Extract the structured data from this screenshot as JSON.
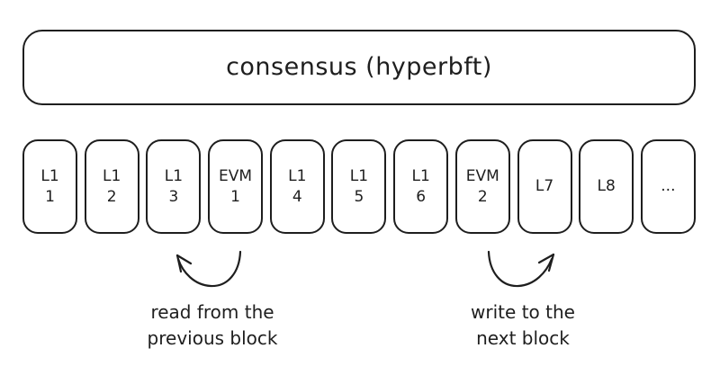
{
  "diagram": {
    "consensus": {
      "label": "consensus (hyperbft)"
    },
    "blocks": [
      {
        "line1": "L1",
        "line2": "1"
      },
      {
        "line1": "L1",
        "line2": "2"
      },
      {
        "line1": "L1",
        "line2": "3"
      },
      {
        "line1": "EVM",
        "line2": "1"
      },
      {
        "line1": "L1",
        "line2": "4"
      },
      {
        "line1": "L1",
        "line2": "5"
      },
      {
        "line1": "L1",
        "line2": "6"
      },
      {
        "line1": "EVM",
        "line2": "2"
      },
      {
        "line1": "L7",
        "line2": ""
      },
      {
        "line1": "L8",
        "line2": ""
      },
      {
        "line1": "...",
        "line2": ""
      }
    ],
    "annotations": {
      "read": {
        "line1": "read from the",
        "line2": "previous block"
      },
      "write": {
        "line1": "write to the",
        "line2": "next block"
      }
    },
    "colors": {
      "stroke": "#1e1e1e",
      "background": "#ffffff"
    }
  }
}
